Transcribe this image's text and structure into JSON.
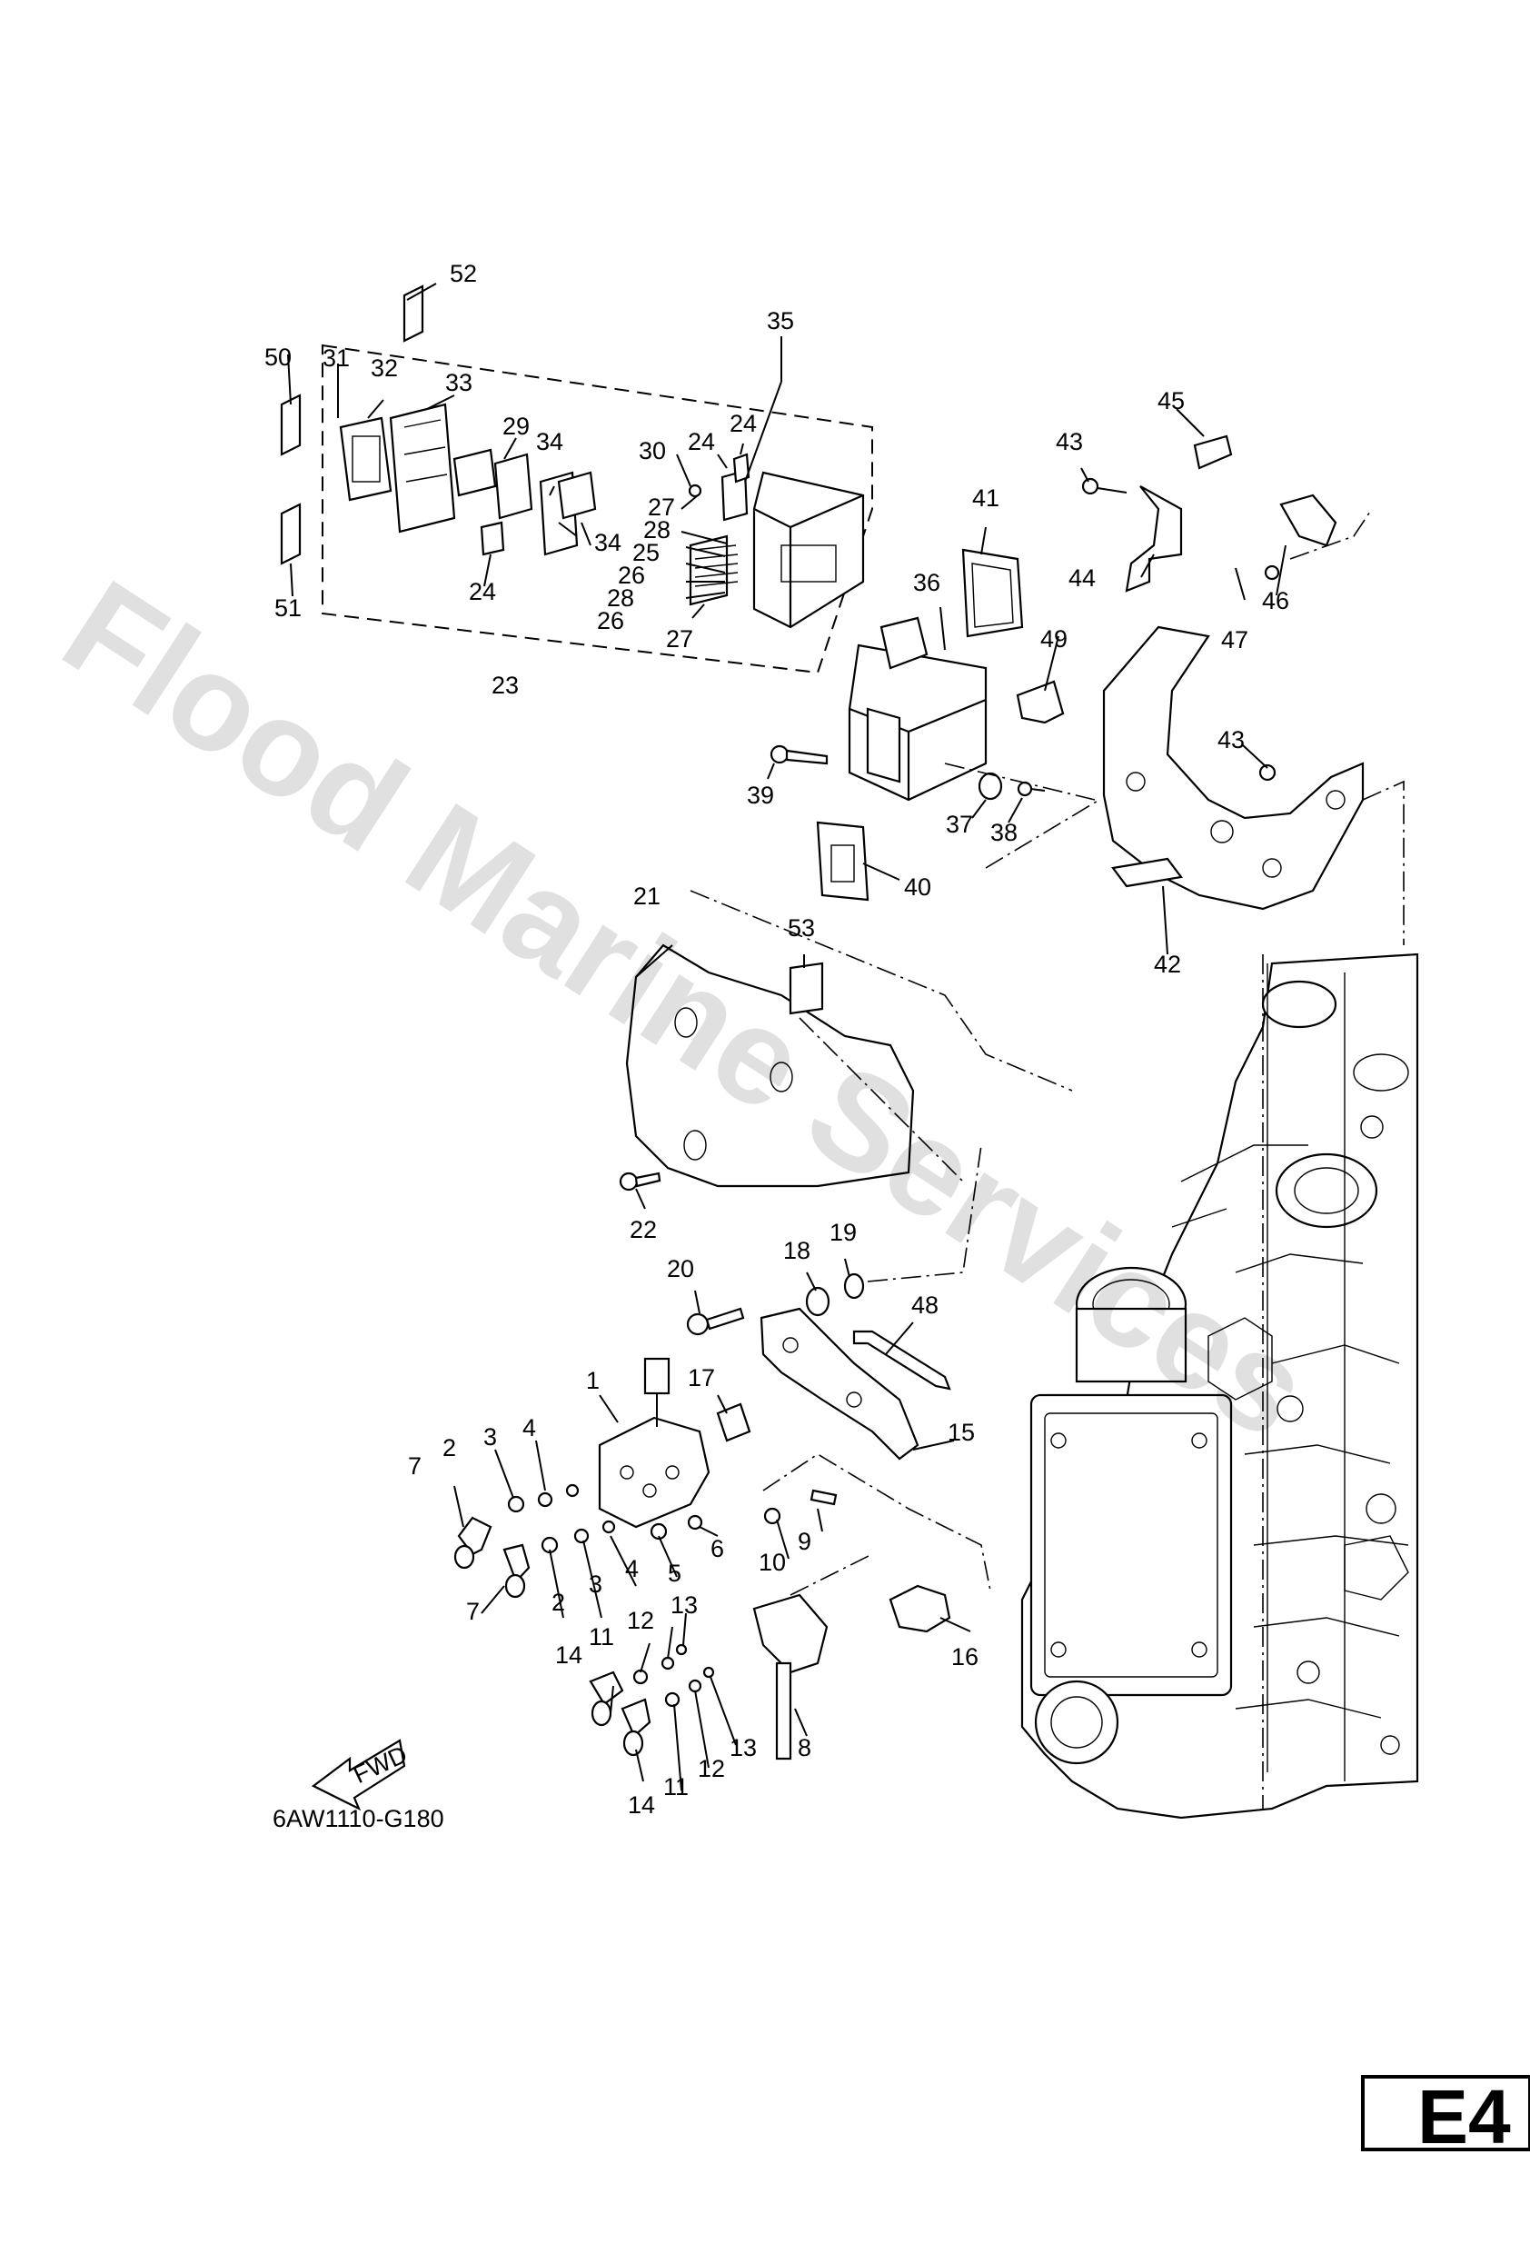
{
  "watermark": "Flood Marine Services",
  "diagram_code": "6AW1110-G180",
  "page_label": "E4",
  "fwd_label": "FWD",
  "callouts": {
    "c1": "1",
    "c2a": "2",
    "c2b": "2",
    "c3a": "3",
    "c3b": "3",
    "c4a": "4",
    "c4b": "4",
    "c5": "5",
    "c6": "6",
    "c7a": "7",
    "c7b": "7",
    "c8": "8",
    "c9": "9",
    "c10": "10",
    "c11a": "11",
    "c11b": "11",
    "c12a": "12",
    "c12b": "12",
    "c13a": "13",
    "c13b": "13",
    "c14a": "14",
    "c14b": "14",
    "c15": "15",
    "c16": "16",
    "c17": "17",
    "c18": "18",
    "c19": "19",
    "c20": "20",
    "c21": "21",
    "c22": "22",
    "c23": "23",
    "c24a": "24",
    "c24b": "24",
    "c24c": "24",
    "c25": "25",
    "c26a": "26",
    "c26b": "26",
    "c27a": "27",
    "c27b": "27",
    "c28a": "28",
    "c28b": "28",
    "c29": "29",
    "c30": "30",
    "c31": "31",
    "c32": "32",
    "c33": "33",
    "c34a": "34",
    "c34b": "34",
    "c35": "35",
    "c36": "36",
    "c37": "37",
    "c38": "38",
    "c39": "39",
    "c40": "40",
    "c41": "41",
    "c42": "42",
    "c43a": "43",
    "c43b": "43",
    "c44": "44",
    "c45": "45",
    "c46": "46",
    "c47": "47",
    "c48": "48",
    "c49": "49",
    "c50": "50",
    "c51": "51",
    "c52": "52",
    "c53": "53"
  }
}
